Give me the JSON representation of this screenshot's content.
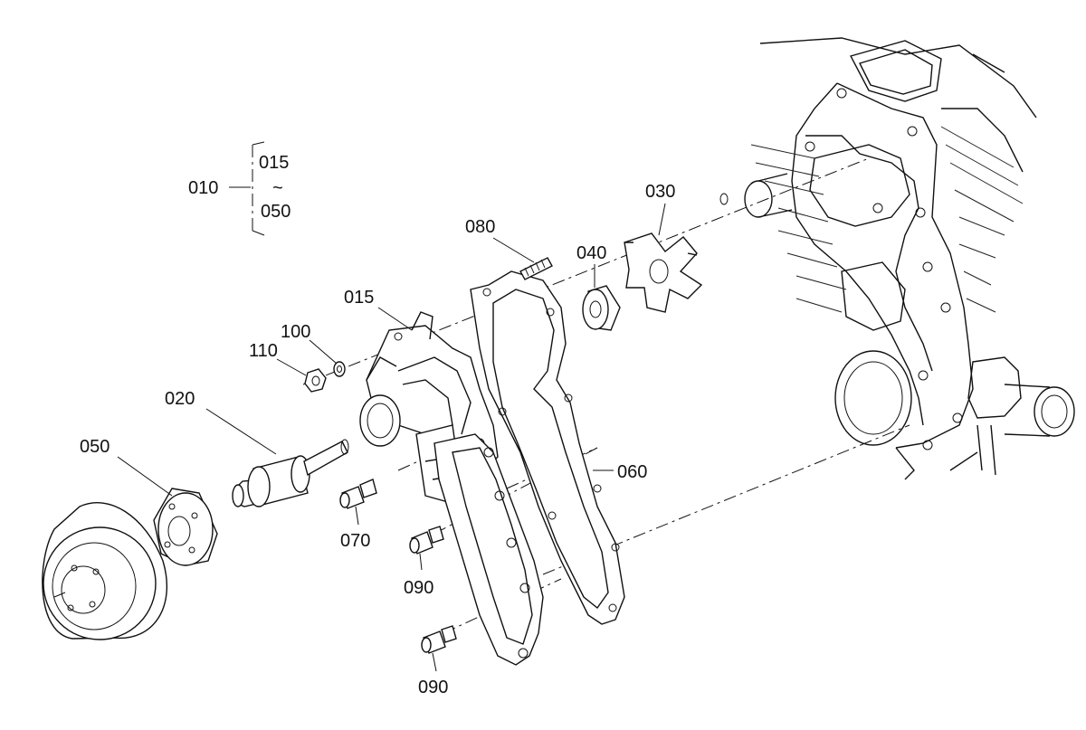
{
  "group": {
    "code": "010",
    "range_start": "015",
    "range_sep": "~",
    "range_end": "050"
  },
  "labels": {
    "p015": "015",
    "p020": "020",
    "p030": "030",
    "p040": "040",
    "p050": "050",
    "p060": "060",
    "p070": "070",
    "p080": "080",
    "p090a": "090",
    "p090b": "090",
    "p100": "100",
    "p110": "110"
  }
}
